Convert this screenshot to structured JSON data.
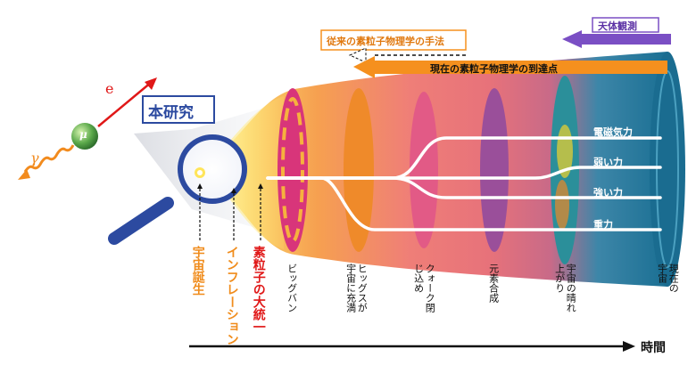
{
  "labels": {
    "this_study": "本研究",
    "electron": "e",
    "gamma": "γ",
    "muon": "μ",
    "conventional_method": "従来の素粒子物理学の手法",
    "current_reach": "現在の素粒子物理学の到達点",
    "astronomy": "天体観測",
    "time_axis": "時間"
  },
  "stages": [
    {
      "label": "宇宙誕生",
      "color": "#f08c1c"
    },
    {
      "label": "インフレーション",
      "color": "#f08c1c"
    },
    {
      "label": "素粒子の大統一",
      "color": "#e01818"
    }
  ],
  "eras": [
    {
      "label": "ビッグバン"
    },
    {
      "label": "ヒッグスが\n宇宙に充満"
    },
    {
      "label": "クォーク閉\nじ込め"
    },
    {
      "label": "元素合成"
    },
    {
      "label": "宇宙の晴れ\n上がり"
    },
    {
      "label": "現在の\n宇宙"
    }
  ],
  "forces": [
    "電磁気力",
    "弱い力",
    "強い力",
    "重力"
  ],
  "colors": {
    "orange": "#f5901e",
    "purple": "#7a4fc4",
    "blue_ring": "#2c4aa0",
    "red_arrow": "#e01818",
    "teal": "#1f7fa0"
  }
}
